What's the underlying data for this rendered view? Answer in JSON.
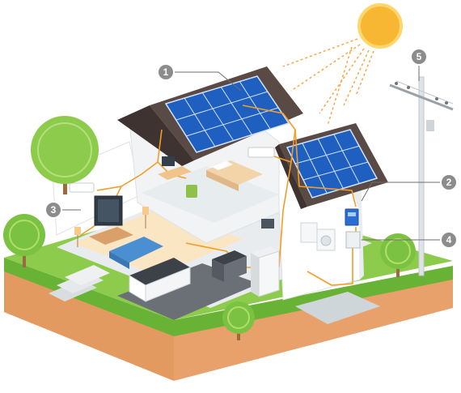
{
  "diagram": {
    "callouts": [
      {
        "id": "1",
        "label": "1",
        "refers_to": "solar-panels"
      },
      {
        "id": "2",
        "label": "2",
        "refers_to": "charge-controller"
      },
      {
        "id": "3",
        "label": "3",
        "refers_to": "household-appliances"
      },
      {
        "id": "4",
        "label": "4",
        "refers_to": "meter-box"
      },
      {
        "id": "5",
        "label": "5",
        "refers_to": "utility-pole"
      }
    ]
  },
  "colors": {
    "sun": "#f7b733",
    "sun_rays": "#f4a84a",
    "roof": "#5a4a45",
    "panel": "#1f5fbf",
    "wire": "#f39c26",
    "grass": "#7cc242",
    "soil": "#e8a16b",
    "callout": "#8c8c8c"
  }
}
